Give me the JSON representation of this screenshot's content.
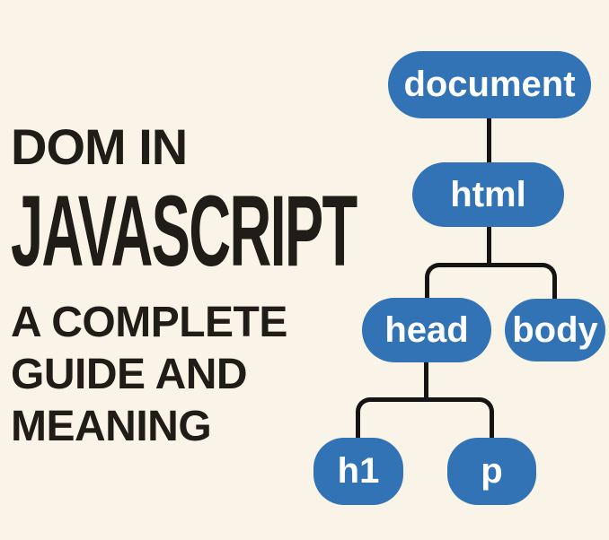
{
  "colors": {
    "background": "#faf3e7",
    "node-blue": "#3173b4",
    "title-text": "#201c17",
    "connector": "#161412",
    "node-text": "#ffffff"
  },
  "title": {
    "line1": "DOM IN",
    "line2": "JAVASCRIPT"
  },
  "subtitle_lines": [
    "A COMPLETE",
    "GUIDE AND",
    "MEANING"
  ],
  "tree": {
    "nodes": {
      "document": {
        "label": "document"
      },
      "html": {
        "label": "html"
      },
      "head": {
        "label": "head"
      },
      "body": {
        "label": "body"
      },
      "h1": {
        "label": "h1"
      },
      "p": {
        "label": "p"
      }
    },
    "edges": [
      {
        "from": "document",
        "to": "html"
      },
      {
        "from": "html",
        "to": "head"
      },
      {
        "from": "html",
        "to": "body"
      },
      {
        "from": "head",
        "to": "h1"
      },
      {
        "from": "head",
        "to": "p"
      }
    ]
  }
}
